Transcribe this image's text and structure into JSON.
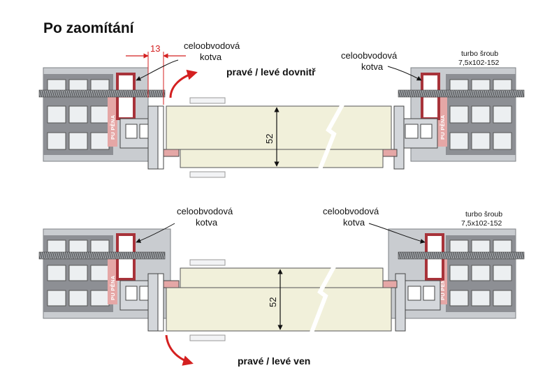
{
  "title": "Po zaomítání",
  "top": {
    "dimension": "13",
    "anchor_left": [
      "celoobvodová",
      "kotva"
    ],
    "anchor_right": [
      "celoobvodová",
      "kotva"
    ],
    "screw": [
      "turbo šroub",
      "7,5x102-152"
    ],
    "opening": "pravé / levé dovnitř",
    "door_thickness": "52",
    "foam": "PU PĚNA"
  },
  "bottom": {
    "anchor_left": [
      "celoobvodová",
      "kotva"
    ],
    "anchor_right": [
      "celoobvodová",
      "kotva"
    ],
    "screw": [
      "turbo šroub",
      "7,5x102-152"
    ],
    "opening": "pravé / levé ven",
    "door_thickness": "52",
    "foam": "PU PĚNA"
  },
  "colors": {
    "plaster": "#c9ccd0",
    "brick": "#8d8f94",
    "cell": "#eceff1",
    "anchor": "#a8333a",
    "foam": "#e5a7a6",
    "frame": "#d4d7db",
    "door": "#f1f0da",
    "arrow": "#d42020"
  }
}
